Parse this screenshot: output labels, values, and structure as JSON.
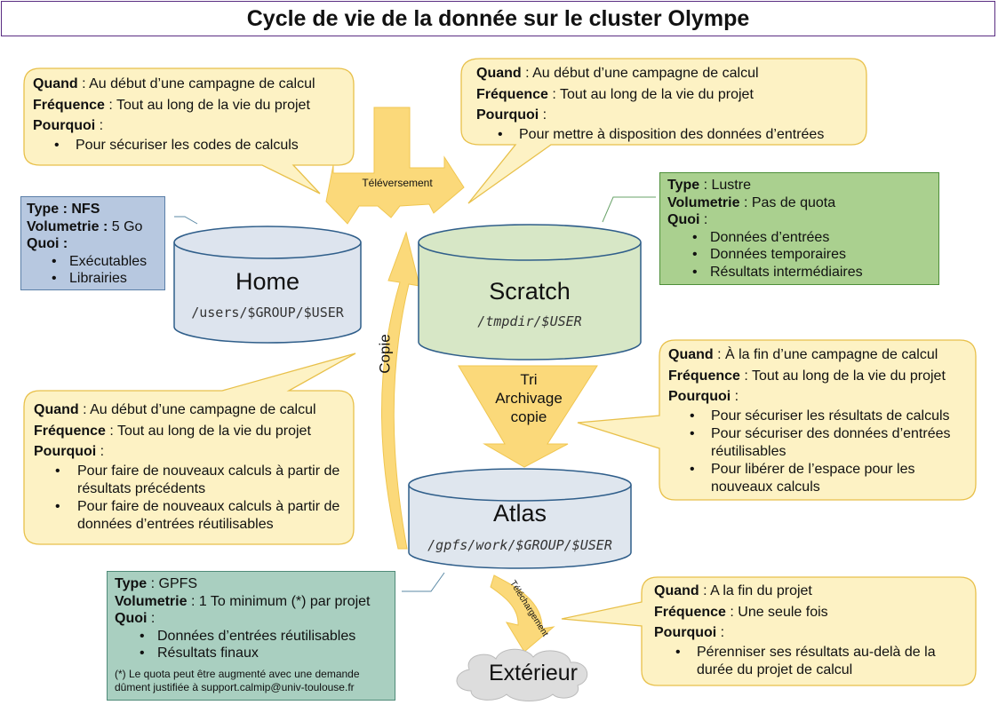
{
  "title": "Cycle de vie de la donnée sur le cluster Olympe",
  "colors": {
    "bubble_fill": "#fdf2c4",
    "bubble_stroke": "#e8c04a",
    "arrow_fill": "#fbd97a",
    "home_box": "#b7c8e0",
    "scratch_box": "#aad08f",
    "atlas_box": "#a9cfc0",
    "home_cyl": "#dde4ee",
    "scratch_cyl": "#d7e7c6",
    "atlas_cyl": "#dfe6ee"
  },
  "storages": {
    "home": {
      "name": "Home",
      "path": "/users/$GROUP/$USER"
    },
    "scratch": {
      "name": "Scratch",
      "path": "/tmpdir/$USER"
    },
    "atlas": {
      "name": "Atlas",
      "path": "/gpfs/work/$GROUP/$USER"
    },
    "exterieur": {
      "name": "Extérieur"
    }
  },
  "labels": {
    "quand": "Quand",
    "frequence": "Fréquence",
    "pourquoi": "Pourquoi",
    "type": "Type",
    "volumetrie": "Volumetrie",
    "quoi": "Quoi",
    "sep": " :"
  },
  "arrows": {
    "televersement": "Téléversement",
    "copie": "Copie",
    "tri": "Tri",
    "archivage": "Archivage",
    "copie2": "copie",
    "telechargement": "Téléchargement"
  },
  "info_boxes": {
    "home": {
      "type_line": "Type : NFS",
      "volumetrie_value": " 5 Go",
      "quoi_line": "Quoi :",
      "items": [
        "Exécutables",
        "Librairies"
      ]
    },
    "scratch": {
      "type_value": " : Lustre",
      "volumetrie_value": " : Pas de quota",
      "items": [
        "Données d’entrées",
        "Données temporaires",
        "Résultats intermédiaires"
      ]
    },
    "atlas": {
      "type_value": " : GPFS",
      "volumetrie_value": " : 1 To minimum (*) par projet",
      "items": [
        "Données d’entrées réutilisables",
        "Résultats finaux"
      ],
      "note_line1": "(*) Le quota peut être augmenté avec une demande",
      "note_line2": "dûment justifiée à support.calmip@univ-toulouse.fr"
    }
  },
  "bubbles": {
    "top_left": {
      "quand": " : Au début d’une campagne de calcul",
      "frequence": " : Tout au long de la vie du projet",
      "items": [
        "Pour sécuriser les codes de calculs"
      ]
    },
    "top_right": {
      "quand": " : Au début d’une campagne de calcul",
      "frequence": " : Tout au long de la vie du projet",
      "items": [
        "Pour mettre à disposition des données d’entrées"
      ]
    },
    "mid_left": {
      "quand": " : Au début d’une campagne de calcul",
      "frequence": " : Tout au long de la vie du projet",
      "items": [
        "Pour faire de nouveaux calculs à partir de résultats précédents",
        "Pour faire de nouveaux calculs à partir de données d’entrées réutilisables"
      ]
    },
    "mid_right": {
      "quand": " : À la fin d’une campagne de calcul",
      "frequence": " : Tout au long de la vie du projet",
      "items": [
        "Pour sécuriser les résultats de calculs",
        "Pour sécuriser des données d’entrées réutilisables",
        "Pour libérer de l’espace pour les nouveaux calculs"
      ]
    },
    "bottom_right": {
      "quand": " : A la fin du projet",
      "frequence": " : Une seule fois",
      "items": [
        "Pérenniser ses résultats au-delà de la durée du projet de calcul"
      ]
    }
  }
}
